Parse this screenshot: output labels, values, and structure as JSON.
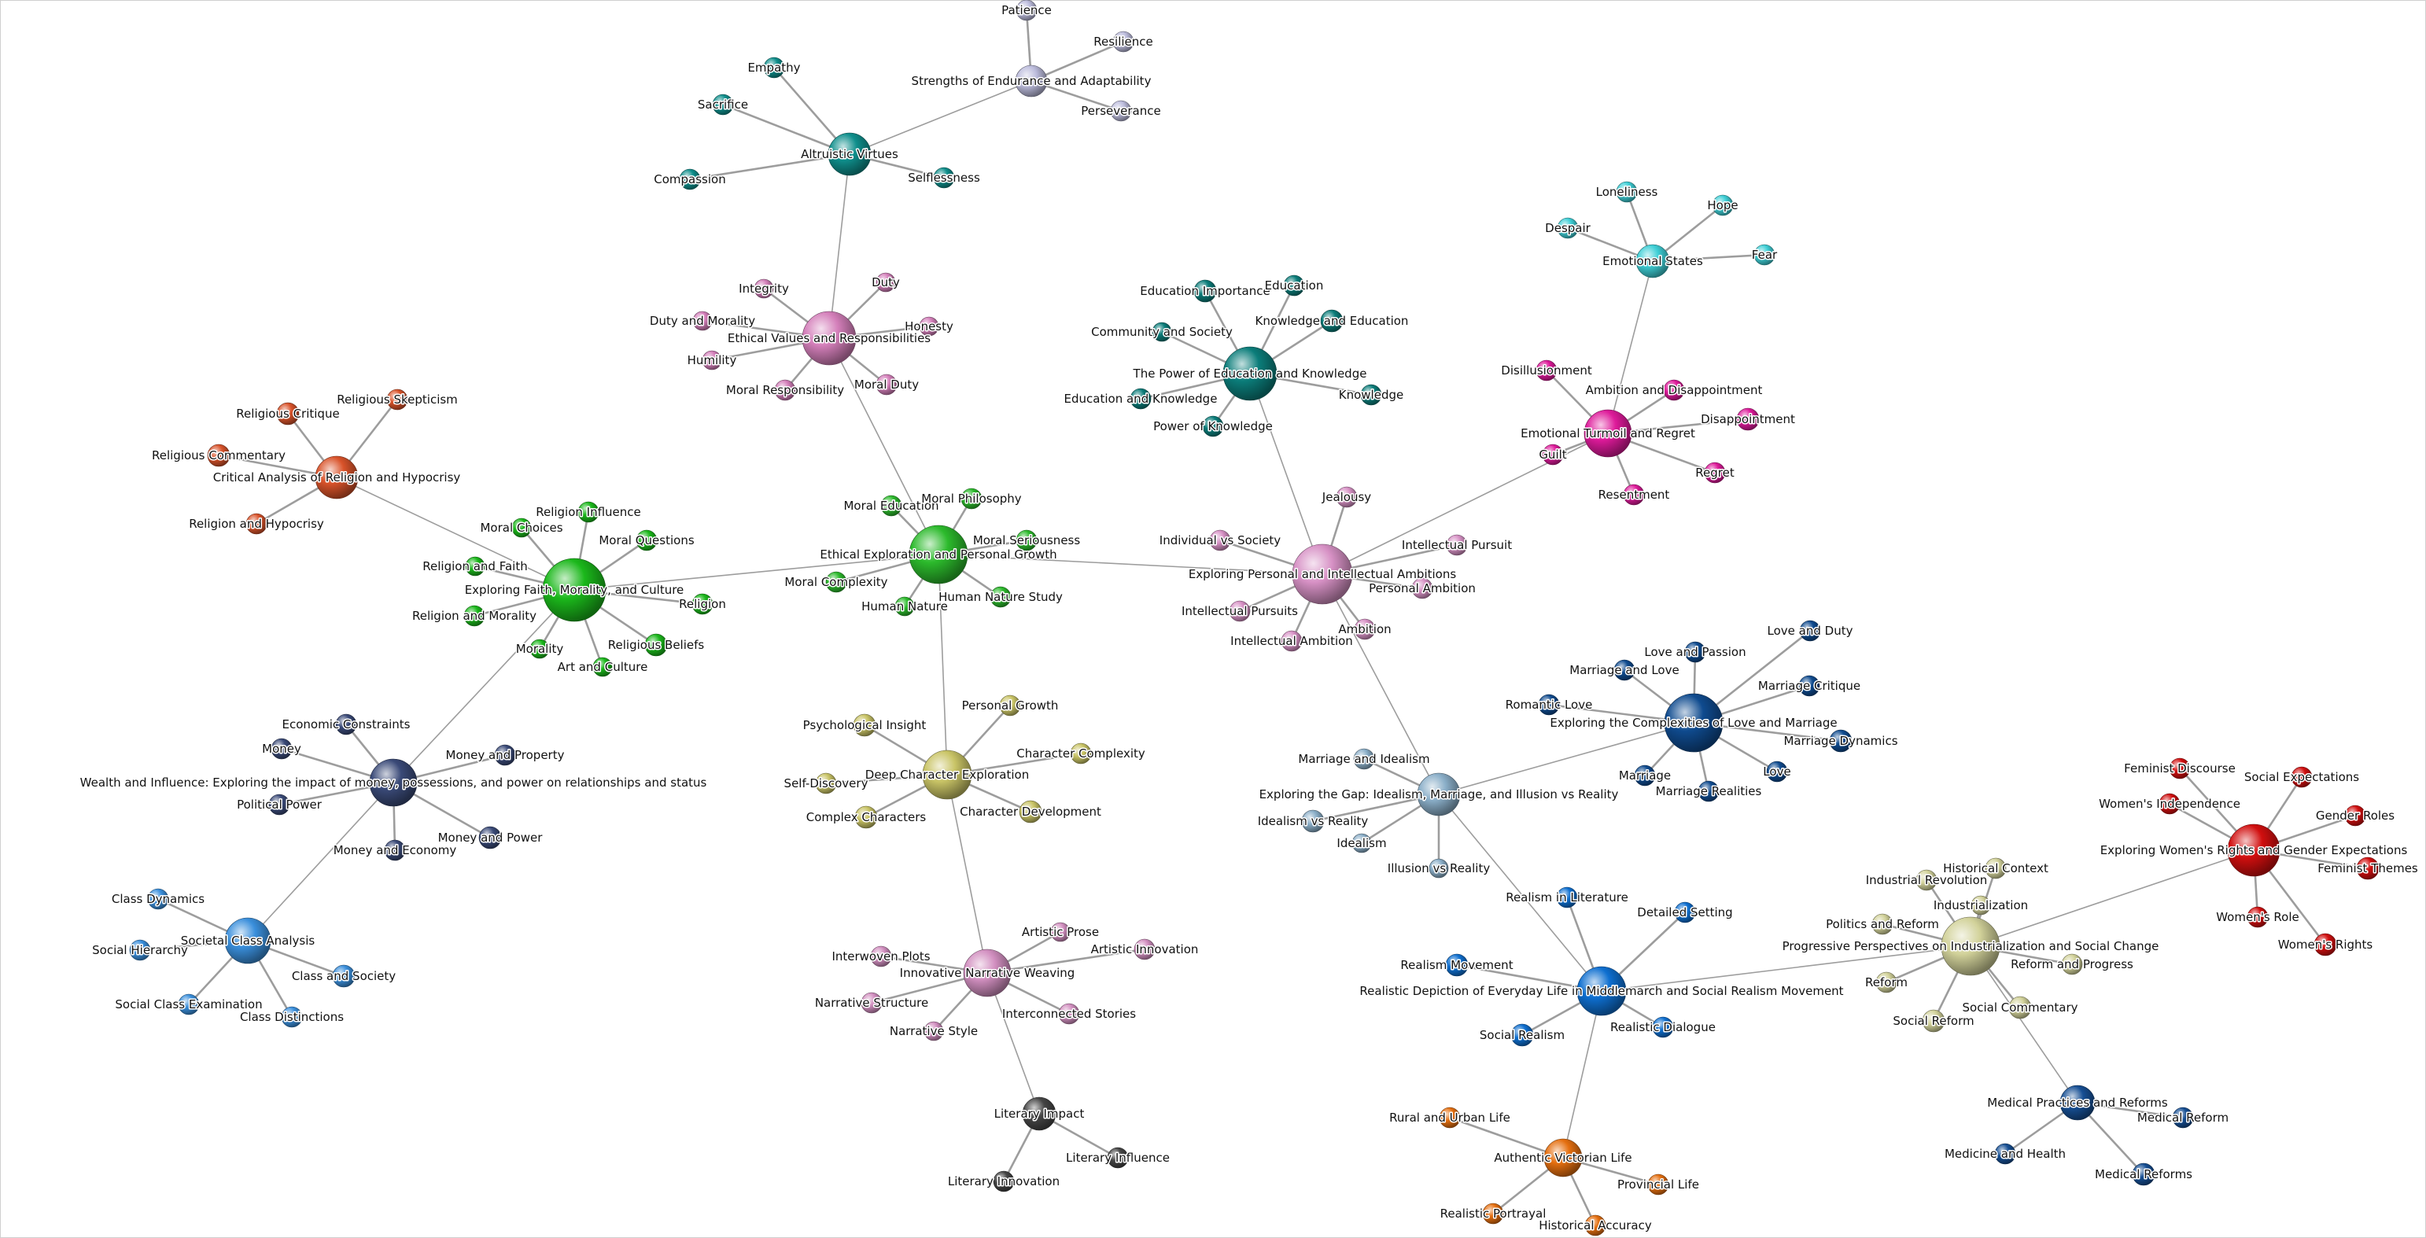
{
  "colors": {
    "background": "#ffffff",
    "edge": "#8c8c8c",
    "label": "#111111"
  },
  "graph": {
    "clusters": [
      {
        "id": "faith",
        "color": "#1bb81b",
        "hub": {
          "id": "n_faith",
          "label": "Exploring Faith, Morality, and Culture"
        },
        "leaves": [
          {
            "id": "n_rel_influence",
            "label": "Religion Influence"
          },
          {
            "id": "n_moral_choices",
            "label": "Moral Choices"
          },
          {
            "id": "n_moral_questions",
            "label": "Moral Questions"
          },
          {
            "id": "n_rel_faith",
            "label": "Religion and Faith"
          },
          {
            "id": "n_religion",
            "label": "Religion"
          },
          {
            "id": "n_rel_morality",
            "label": "Religion and Morality"
          },
          {
            "id": "n_rel_beliefs",
            "label": "Religious Beliefs"
          },
          {
            "id": "n_morality",
            "label": "Morality"
          },
          {
            "id": "n_art_culture",
            "label": "Art and Culture"
          }
        ]
      },
      {
        "id": "critical",
        "color": "#d9532a",
        "hub": {
          "id": "n_critical",
          "label": "Critical Analysis of Religion and Hypocrisy"
        },
        "leaves": [
          {
            "id": "n_rel_critique",
            "label": "Religious Critique"
          },
          {
            "id": "n_rel_skepticism",
            "label": "Religious Skepticism"
          },
          {
            "id": "n_rel_commentary",
            "label": "Religious Commentary"
          },
          {
            "id": "n_rel_hypocrisy",
            "label": "Religion and Hypocrisy"
          }
        ]
      },
      {
        "id": "ethical_exp",
        "color": "#2cba2c",
        "hub": {
          "id": "n_ethexp",
          "label": "Ethical Exploration and Personal Growth"
        },
        "leaves": [
          {
            "id": "n_moral_education",
            "label": "Moral Education"
          },
          {
            "id": "n_moral_philosophy",
            "label": "Moral Philosophy"
          },
          {
            "id": "n_moral_seriousness",
            "label": "Moral Seriousness"
          },
          {
            "id": "n_moral_complexity",
            "label": "Moral Complexity"
          },
          {
            "id": "n_human_nature_study",
            "label": "Human Nature Study"
          },
          {
            "id": "n_human_nature",
            "label": "Human Nature"
          }
        ]
      },
      {
        "id": "ethical_values",
        "color": "#d47fba",
        "hub": {
          "id": "n_ethval",
          "label": "Ethical Values and Responsibilities"
        },
        "leaves": [
          {
            "id": "n_integrity",
            "label": "Integrity"
          },
          {
            "id": "n_duty",
            "label": "Duty"
          },
          {
            "id": "n_duty_morality",
            "label": "Duty and Morality"
          },
          {
            "id": "n_honesty",
            "label": "Honesty"
          },
          {
            "id": "n_humility",
            "label": "Humility"
          },
          {
            "id": "n_moral_responsibility",
            "label": "Moral Responsibility"
          },
          {
            "id": "n_moral_duty",
            "label": "Moral Duty"
          }
        ]
      },
      {
        "id": "altruistic",
        "color": "#0f8f8c",
        "hub": {
          "id": "n_altru",
          "label": "Altruistic Virtues"
        },
        "leaves": [
          {
            "id": "n_empathy",
            "label": "Empathy"
          },
          {
            "id": "n_sacrifice",
            "label": "Sacrifice"
          },
          {
            "id": "n_compassion",
            "label": "Compassion"
          },
          {
            "id": "n_selflessness",
            "label": "Selflessness"
          }
        ]
      },
      {
        "id": "strengths",
        "color": "#bcbcdc",
        "hub": {
          "id": "n_strengths",
          "label": "Strengths of Endurance and Adaptability"
        },
        "leaves": [
          {
            "id": "n_patience",
            "label": "Patience"
          },
          {
            "id": "n_resilience",
            "label": "Resilience"
          },
          {
            "id": "n_perseverance",
            "label": "Perseverance"
          }
        ]
      },
      {
        "id": "education",
        "color": "#0b7d7a",
        "hub": {
          "id": "n_edu",
          "label": "The Power of Education and Knowledge"
        },
        "leaves": [
          {
            "id": "n_edu_importance",
            "label": "Education Importance"
          },
          {
            "id": "n_education",
            "label": "Education"
          },
          {
            "id": "n_knowledge_edu",
            "label": "Knowledge and Education"
          },
          {
            "id": "n_community_society",
            "label": "Community and Society"
          },
          {
            "id": "n_edu_knowledge",
            "label": "Education and Knowledge"
          },
          {
            "id": "n_knowledge",
            "label": "Knowledge"
          },
          {
            "id": "n_power_knowledge",
            "label": "Power of Knowledge"
          }
        ]
      },
      {
        "id": "emotional_states",
        "color": "#3ecfd6",
        "hub": {
          "id": "n_emostates",
          "label": "Emotional States"
        },
        "leaves": [
          {
            "id": "n_loneliness",
            "label": "Loneliness"
          },
          {
            "id": "n_hope",
            "label": "Hope"
          },
          {
            "id": "n_despair",
            "label": "Despair"
          },
          {
            "id": "n_fear",
            "label": "Fear"
          }
        ]
      },
      {
        "id": "turmoil",
        "color": "#de1a9a",
        "hub": {
          "id": "n_turmoil",
          "label": "Emotional Turmoil and Regret"
        },
        "leaves": [
          {
            "id": "n_disillusionment",
            "label": "Disillusionment"
          },
          {
            "id": "n_ambition_disappointment",
            "label": "Ambition and Disappointment"
          },
          {
            "id": "n_disappointment",
            "label": "Disappointment"
          },
          {
            "id": "n_guilt",
            "label": "Guilt"
          },
          {
            "id": "n_regret",
            "label": "Regret"
          },
          {
            "id": "n_resentment",
            "label": "Resentment"
          }
        ]
      },
      {
        "id": "personal",
        "color": "#d791c5",
        "hub": {
          "id": "n_personal",
          "label": "Exploring Personal and Intellectual Ambitions"
        },
        "leaves": [
          {
            "id": "n_jealousy",
            "label": "Jealousy"
          },
          {
            "id": "n_individual_society",
            "label": "Individual vs Society"
          },
          {
            "id": "n_intellectual_pursuit",
            "label": "Intellectual Pursuit"
          },
          {
            "id": "n_personal_ambition",
            "label": "Personal Ambition"
          },
          {
            "id": "n_intellectual_pursuits",
            "label": "Intellectual Pursuits"
          },
          {
            "id": "n_ambition",
            "label": "Ambition"
          },
          {
            "id": "n_intellectual_ambition",
            "label": "Intellectual Ambition"
          }
        ]
      },
      {
        "id": "wealth",
        "color": "#3a4a78",
        "hub": {
          "id": "n_wealth",
          "label": "Wealth and Influence: Exploring the impact of money, possessions, and power on relationships and status"
        },
        "leaves": [
          {
            "id": "n_economic_constraints",
            "label": "Economic Constraints"
          },
          {
            "id": "n_money",
            "label": "Money"
          },
          {
            "id": "n_money_property",
            "label": "Money and Property"
          },
          {
            "id": "n_political_power",
            "label": "Political Power"
          },
          {
            "id": "n_money_power",
            "label": "Money and Power"
          },
          {
            "id": "n_money_economy",
            "label": "Money and Economy"
          }
        ]
      },
      {
        "id": "class",
        "color": "#3a8fdc",
        "hub": {
          "id": "n_class",
          "label": "Societal Class Analysis"
        },
        "leaves": [
          {
            "id": "n_class_dynamics",
            "label": "Class Dynamics"
          },
          {
            "id": "n_social_hierarchy",
            "label": "Social Hierarchy"
          },
          {
            "id": "n_class_society",
            "label": "Class and Society"
          },
          {
            "id": "n_social_class_exam",
            "label": "Social Class Examination"
          },
          {
            "id": "n_class_distinctions",
            "label": "Class Distinctions"
          }
        ]
      },
      {
        "id": "deep_char",
        "color": "#c9c466",
        "hub": {
          "id": "n_deepchar",
          "label": "Deep Character Exploration"
        },
        "leaves": [
          {
            "id": "n_psych_insight",
            "label": "Psychological Insight"
          },
          {
            "id": "n_personal_growth",
            "label": "Personal Growth"
          },
          {
            "id": "n_char_complexity",
            "label": "Character Complexity"
          },
          {
            "id": "n_self_discovery",
            "label": "Self-Discovery"
          },
          {
            "id": "n_complex_characters",
            "label": "Complex Characters"
          },
          {
            "id": "n_char_development",
            "label": "Character Development"
          }
        ]
      },
      {
        "id": "narrative",
        "color": "#d28fc0",
        "hub": {
          "id": "n_narrative",
          "label": "Innovative Narrative Weaving"
        },
        "leaves": [
          {
            "id": "n_artistic_prose",
            "label": "Artistic Prose"
          },
          {
            "id": "n_artistic_innovation",
            "label": "Artistic Innovation"
          },
          {
            "id": "n_interwoven_plots",
            "label": "Interwoven Plots"
          },
          {
            "id": "n_narrative_structure",
            "label": "Narrative Structure"
          },
          {
            "id": "n_interconnected_stories",
            "label": "Interconnected Stories"
          },
          {
            "id": "n_narrative_style",
            "label": "Narrative Style"
          }
        ]
      },
      {
        "id": "literary",
        "color": "#454545",
        "hub": {
          "id": "n_literary",
          "label": "Literary Impact"
        },
        "leaves": [
          {
            "id": "n_literary_influence",
            "label": "Literary Influence"
          },
          {
            "id": "n_literary_innovation",
            "label": "Literary Innovation"
          }
        ]
      },
      {
        "id": "gap",
        "color": "#8aaec8",
        "hub": {
          "id": "n_gap",
          "label": "Exploring the Gap: Idealism, Marriage, and Illusion vs Reality"
        },
        "leaves": [
          {
            "id": "n_marriage_idealism",
            "label": "Marriage and Idealism"
          },
          {
            "id": "n_idealism_reality",
            "label": "Idealism vs Reality"
          },
          {
            "id": "n_idealism",
            "label": "Idealism"
          },
          {
            "id": "n_illusion_reality",
            "label": "Illusion vs Reality"
          }
        ]
      },
      {
        "id": "love",
        "color": "#0f4b8f",
        "hub": {
          "id": "n_love",
          "label": "Exploring the Complexities of Love and Marriage"
        },
        "leaves": [
          {
            "id": "n_love_duty",
            "label": "Love and Duty"
          },
          {
            "id": "n_love_passion",
            "label": "Love and Passion"
          },
          {
            "id": "n_marriage_love",
            "label": "Marriage and Love"
          },
          {
            "id": "n_marriage_critique",
            "label": "Marriage Critique"
          },
          {
            "id": "n_romantic_love",
            "label": "Romantic Love"
          },
          {
            "id": "n_marriage_dynamics",
            "label": "Marriage Dynamics"
          },
          {
            "id": "n_marriage",
            "label": "Marriage"
          },
          {
            "id": "n_love_leaf",
            "label": "Love"
          },
          {
            "id": "n_marriage_realities",
            "label": "Marriage Realities"
          }
        ]
      },
      {
        "id": "realism",
        "color": "#0e6fd0",
        "hub": {
          "id": "n_realism",
          "label": "Realistic Depiction of Everyday Life in Middlemarch and Social Realism Movement"
        },
        "leaves": [
          {
            "id": "n_realism_literature",
            "label": "Realism in Literature"
          },
          {
            "id": "n_detailed_setting",
            "label": "Detailed Setting"
          },
          {
            "id": "n_realism_movement",
            "label": "Realism Movement"
          },
          {
            "id": "n_social_realism",
            "label": "Social Realism"
          },
          {
            "id": "n_realistic_dialogue",
            "label": "Realistic Dialogue"
          }
        ]
      },
      {
        "id": "victorian",
        "color": "#e56f0f",
        "hub": {
          "id": "n_victorian",
          "label": "Authentic Victorian Life"
        },
        "leaves": [
          {
            "id": "n_rural_urban",
            "label": "Rural and Urban Life"
          },
          {
            "id": "n_provincial_life",
            "label": "Provincial Life"
          },
          {
            "id": "n_realistic_portrayal",
            "label": "Realistic Portrayal"
          },
          {
            "id": "n_historical_accuracy",
            "label": "Historical Accuracy"
          }
        ]
      },
      {
        "id": "progressive",
        "color": "#d2d29a",
        "hub": {
          "id": "n_progressive",
          "label": "Progressive Perspectives on Industrialization and Social Change"
        },
        "leaves": [
          {
            "id": "n_industrial_revolution",
            "label": "Industrial Revolution"
          },
          {
            "id": "n_historical_context",
            "label": "Historical Context"
          },
          {
            "id": "n_industrialization",
            "label": "Industrialization"
          },
          {
            "id": "n_politics_reform",
            "label": "Politics and Reform"
          },
          {
            "id": "n_reform_progress",
            "label": "Reform and Progress"
          },
          {
            "id": "n_reform",
            "label": "Reform"
          },
          {
            "id": "n_social_commentary",
            "label": "Social Commentary"
          },
          {
            "id": "n_social_reform",
            "label": "Social Reform"
          }
        ]
      },
      {
        "id": "womens",
        "color": "#d10f0f",
        "hub": {
          "id": "n_womens",
          "label": "Exploring Women's Rights and Gender Expectations"
        },
        "leaves": [
          {
            "id": "n_feminist_discourse",
            "label": "Feminist Discourse"
          },
          {
            "id": "n_social_expectations",
            "label": "Social Expectations"
          },
          {
            "id": "n_womens_independence",
            "label": "Women's Independence"
          },
          {
            "id": "n_gender_roles",
            "label": "Gender Roles"
          },
          {
            "id": "n_feminist_themes",
            "label": "Feminist Themes"
          },
          {
            "id": "n_womens_role",
            "label": "Women's Role"
          },
          {
            "id": "n_womens_rights",
            "label": "Women's Rights"
          }
        ]
      },
      {
        "id": "medical",
        "color": "#164f94",
        "hub": {
          "id": "n_medical",
          "label": "Medical Practices and Reforms"
        },
        "leaves": [
          {
            "id": "n_medical_reform",
            "label": "Medical Reform"
          },
          {
            "id": "n_medicine_health",
            "label": "Medicine and Health"
          },
          {
            "id": "n_medical_reforms",
            "label": "Medical Reforms"
          }
        ]
      }
    ],
    "links": [
      [
        "n_faith",
        "n_ethexp"
      ],
      [
        "n_faith",
        "n_critical"
      ],
      [
        "n_faith",
        "n_wealth"
      ],
      [
        "n_wealth",
        "n_class"
      ],
      [
        "n_ethexp",
        "n_ethval"
      ],
      [
        "n_ethexp",
        "n_personal"
      ],
      [
        "n_ethexp",
        "n_deepchar"
      ],
      [
        "n_ethval",
        "n_altru"
      ],
      [
        "n_altru",
        "n_strengths"
      ],
      [
        "n_personal",
        "n_edu"
      ],
      [
        "n_personal",
        "n_turmoil"
      ],
      [
        "n_personal",
        "n_gap"
      ],
      [
        "n_turmoil",
        "n_emostates"
      ],
      [
        "n_gap",
        "n_love"
      ],
      [
        "n_gap",
        "n_realism"
      ],
      [
        "n_realism",
        "n_victorian"
      ],
      [
        "n_realism",
        "n_progressive"
      ],
      [
        "n_progressive",
        "n_womens"
      ],
      [
        "n_progressive",
        "n_medical"
      ],
      [
        "n_deepchar",
        "n_narrative"
      ],
      [
        "n_narrative",
        "n_literary"
      ]
    ]
  }
}
